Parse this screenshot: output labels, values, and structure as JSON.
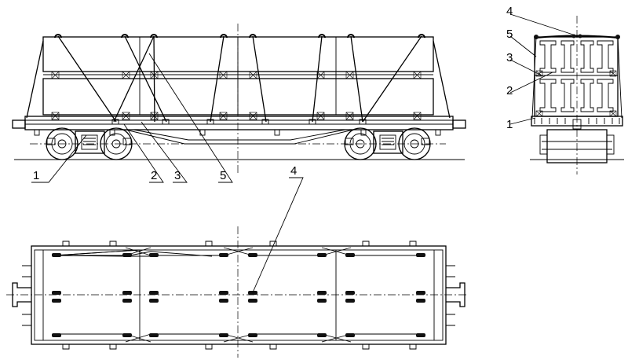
{
  "side_view": {
    "callouts": [
      "1",
      "2",
      "3",
      "5"
    ]
  },
  "end_view": {
    "callouts": [
      "4",
      "5",
      "3",
      "2",
      "1"
    ]
  },
  "plan_view": {
    "callouts": [
      "4"
    ]
  }
}
